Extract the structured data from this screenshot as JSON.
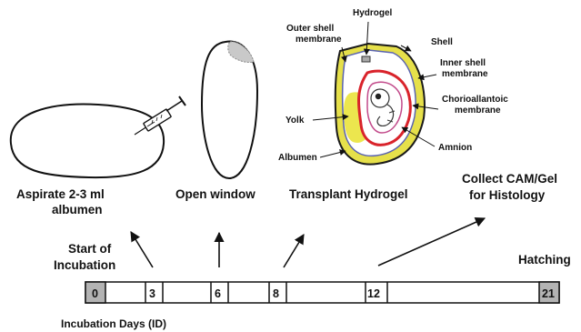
{
  "steps": {
    "aspirate_line1": "Aspirate 2-3 ml",
    "aspirate_line2": "albumen",
    "open_window": "Open window",
    "transplant": "Transplant Hydrogel",
    "collect_line1": "Collect CAM/Gel",
    "collect_line2": "for Histology"
  },
  "egg_labels": {
    "hydrogel": "Hydrogel",
    "outer_shell_line1": "Outer shell",
    "outer_shell_line2": "membrane",
    "shell": "Shell",
    "inner_shell_line1": "Inner shell",
    "inner_shell_line2": "membrane",
    "chorio_line1": "Chorioallantoic",
    "chorio_line2": "membrane",
    "yolk": "Yolk",
    "amnion": "Amnion",
    "albumen": "Albumen"
  },
  "timeline": {
    "start_line1": "Start of",
    "start_line2": "Incubation",
    "hatching": "Hatching",
    "axis_label": "Incubation Days (ID)",
    "days": [
      "0",
      "3",
      "6",
      "8",
      "12",
      "21"
    ]
  },
  "colors": {
    "shell": "#1a1a1a",
    "shell_band": "#e6e04a",
    "yolk": "#ece64e",
    "cam": "#d9232b",
    "inner_membrane": "#5a63b0",
    "hydrogel": "#a9a9a9",
    "endcap": "#b3b3b3"
  }
}
